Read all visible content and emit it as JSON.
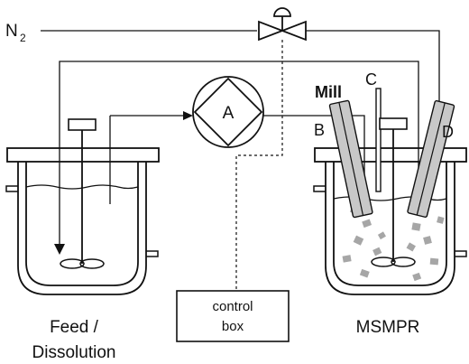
{
  "labels": {
    "gas": "N",
    "gas_subscript": "2",
    "pump": "A",
    "inlet": "B",
    "probe": "C",
    "outlet": "D",
    "mill": "Mill",
    "controller_line1": "control",
    "controller_line2": "box",
    "feed_line1": "Feed /",
    "feed_line2": "Dissolution",
    "crystallizer": "MSMPR"
  },
  "colors": {
    "line": "#111111",
    "particle": "#a6a6a6",
    "mill_fill": "#c8c8c8"
  }
}
